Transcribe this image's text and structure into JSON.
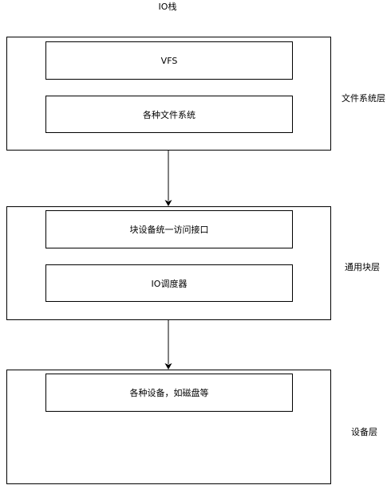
{
  "diagram": {
    "title": "IO栈",
    "layers": [
      {
        "name": "filesystem",
        "label": "文件系统层",
        "boxes": [
          "VFS",
          "各种文件系统"
        ]
      },
      {
        "name": "block",
        "label": "通用块层",
        "boxes": [
          "块设备统一访问接口",
          "IO调度器"
        ]
      },
      {
        "name": "device",
        "label": "设备层",
        "boxes": [
          "各种设备，如磁盘等"
        ]
      }
    ]
  }
}
